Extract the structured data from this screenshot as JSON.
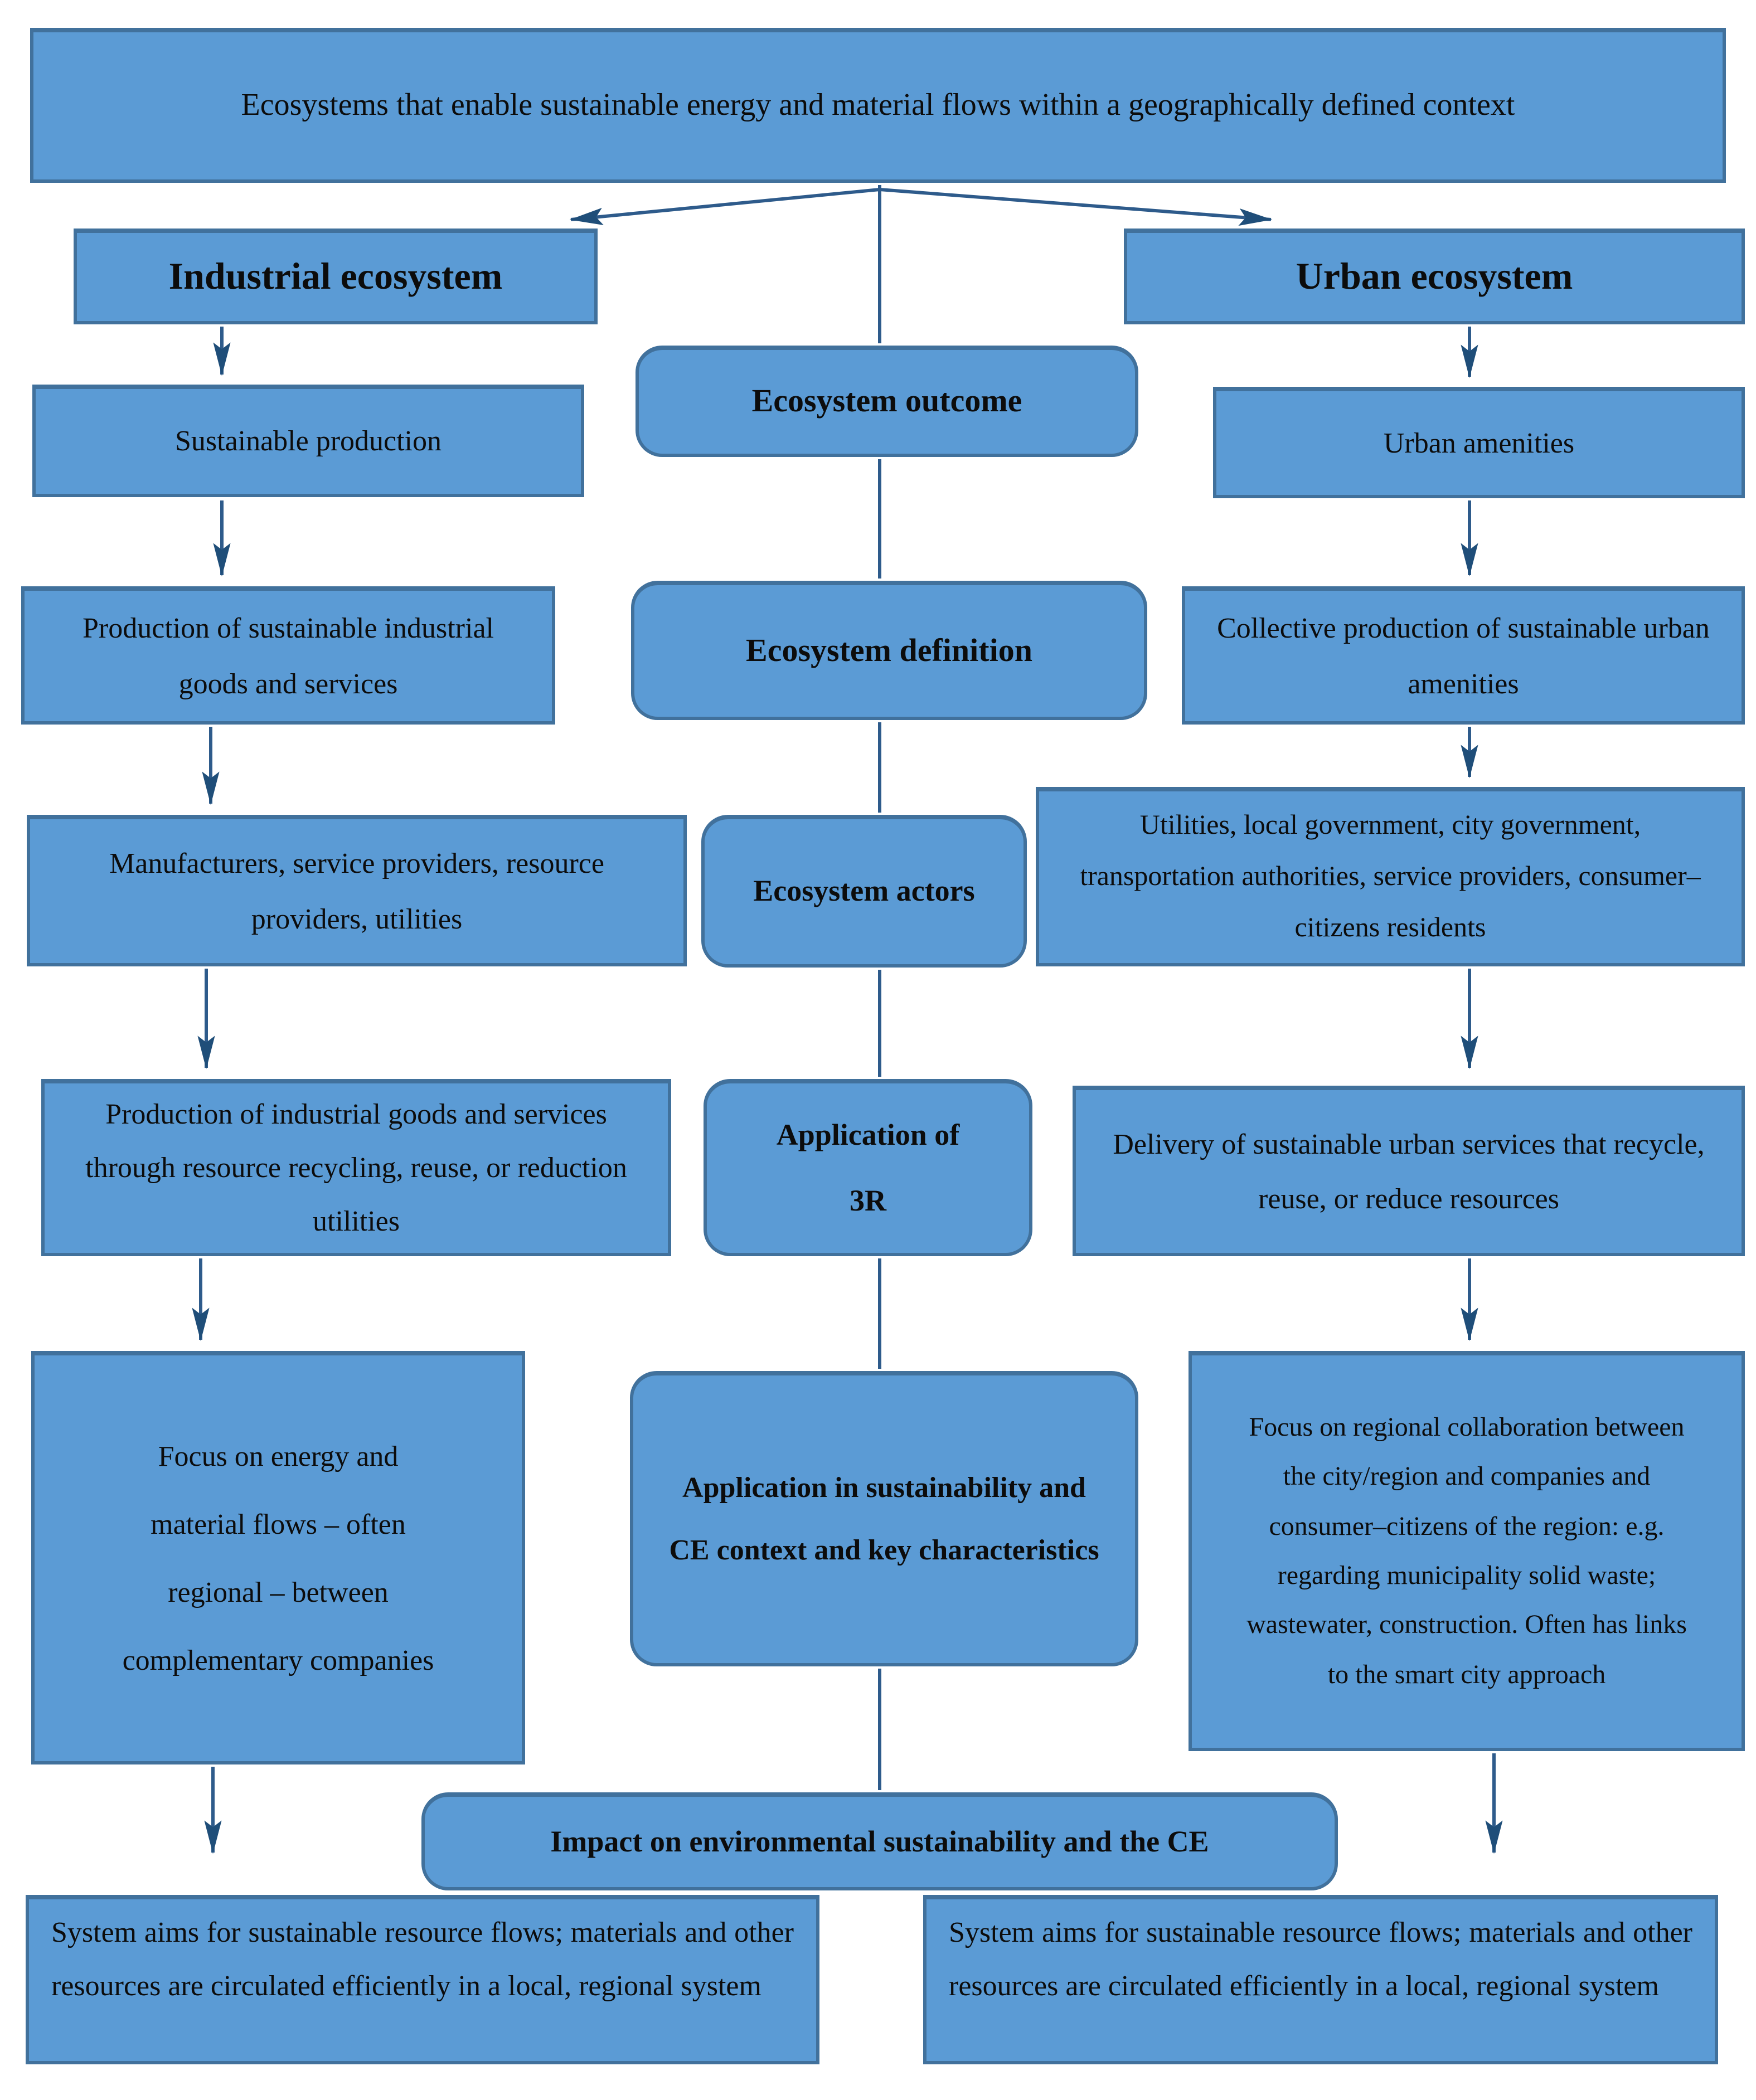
{
  "top_text": "Ecosystems that enable sustainable energy and material flows within a geographically defined context",
  "industrial": {
    "header": "Industrial ecosystem",
    "steps": [
      "Sustainable production",
      "Production of sustainable industrial goods and services",
      "Manufacturers, service providers, resource providers, utilities",
      "Production of industrial goods and services through resource recycling, reuse, or reduction utilities",
      "Focus on energy and material flows – often regional – between complementary companies",
      "System aims for sustainable resource flows; materials and other resources are circulated efficiently in a local, regional system"
    ]
  },
  "urban": {
    "header": "Urban ecosystem",
    "steps": [
      "Urban amenities",
      "Collective production of sustainable urban amenities",
      "Utilities, local government, city government, transportation authorities, service providers, consumer–citizens residents",
      "Delivery of sustainable urban services that recycle, reuse, or reduce resources",
      "Focus on regional collaboration between the city/region and companies and consumer–citizens of the region: e.g. regarding municipality solid waste; wastewater, construction. Often has links to the smart city approach",
      "System aims for sustainable resource flows; materials and other resources are circulated efficiently in a local, regional system"
    ]
  },
  "center": {
    "steps": [
      "Ecosystem outcome",
      "Ecosystem definition",
      "Ecosystem actors",
      "Application of 3R",
      "Application in sustainability and CE context and key characteristics",
      "Impact on environmental sustainability and the CE"
    ]
  },
  "colors": {
    "box_fill": "#5b9bd5",
    "box_border": "#41719c",
    "arrow_line": "#2e5b8b",
    "arrow_head": "#1f4e79",
    "text": "#0c0c0c",
    "background": "#ffffff"
  }
}
